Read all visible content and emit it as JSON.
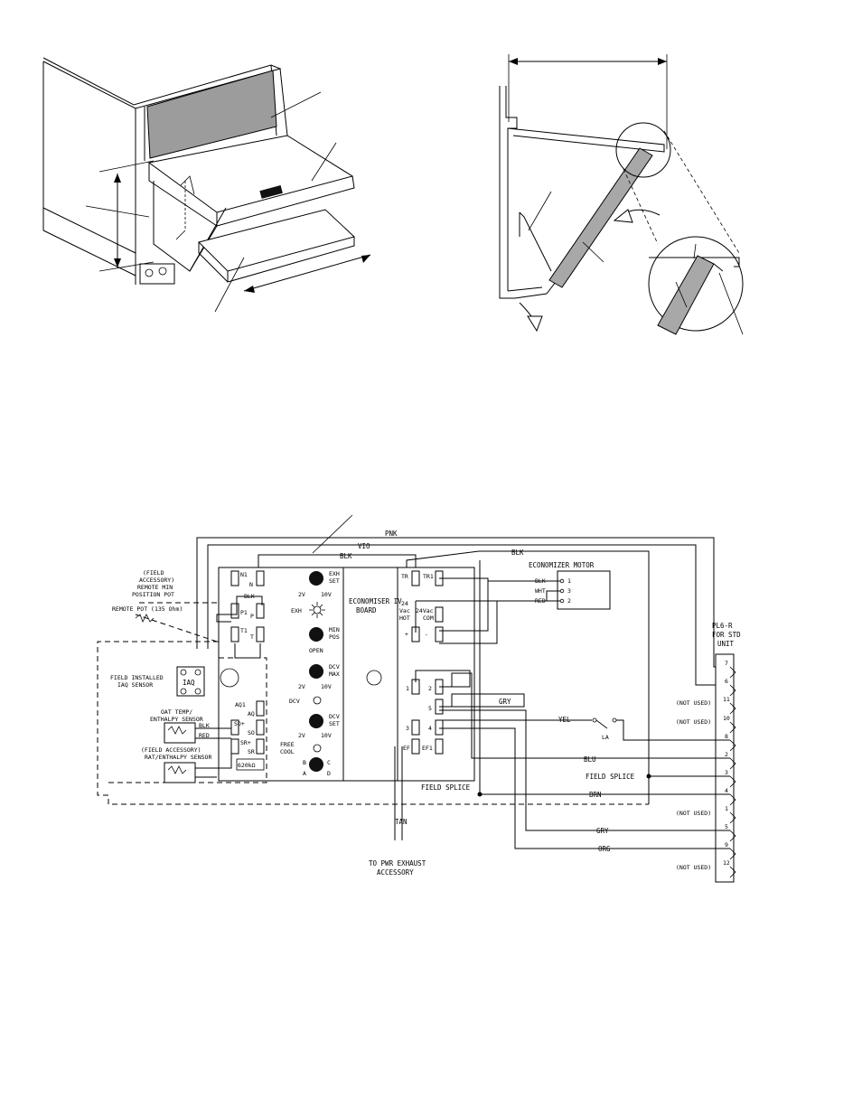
{
  "wiring": {
    "wires": {
      "pnk": "PNK",
      "vio": "VIO",
      "blk": "BLK",
      "blk2": "BLK",
      "gry": "GRY",
      "yel": "YEL",
      "blu": "BLU",
      "brn": "BRN",
      "gry2": "GRY",
      "org": "ORG",
      "tan": "TAN",
      "blk3": "BLK",
      "red": "RED"
    },
    "field_accessory_pot": [
      "(FIELD",
      "ACCESSORY)",
      "REMOTE MIN",
      "POSITION POT"
    ],
    "remote_pot": "REMOTE POT (135 Ohm)",
    "field_installed_iaq": [
      "FIELD INSTALLED",
      "IAQ SENSOR"
    ],
    "iaq_label": "IAQ",
    "oat_sensor": [
      "OAT TEMP/",
      "ENTHALPY SENSOR"
    ],
    "rat_sensor": [
      "(FIELD ACCESSORY)",
      "RAT/ENTHALPY SENSOR"
    ],
    "board": [
      "ECONOMISER IV",
      "BOARD"
    ],
    "economizer_motor": "ECONOMIZER MOTOR",
    "motor_wires": [
      "BLK",
      "WHT",
      "RED"
    ],
    "motor_pins": [
      "1",
      "3",
      "2"
    ],
    "pl6r": [
      "PL6-R",
      "FOR STD",
      "UNIT"
    ],
    "pins": [
      "7",
      "6",
      "11",
      "10",
      "8",
      "2",
      "3",
      "4",
      "1",
      "5",
      "9",
      "12"
    ],
    "not_used": "(NOT USED)",
    "field_splice_1": "FIELD SPLICE",
    "field_splice_2": "FIELD SPLICE",
    "to_pwr_exhaust": [
      "TO PWR EXHAUST",
      "ACCESSORY"
    ],
    "la": "LA",
    "resistor": "620kΩ",
    "terminals_left": {
      "n1": "N1",
      "n": "N",
      "p1": "P1",
      "p": "P",
      "t1": "T1",
      "t": "T",
      "aq1": "AQ1",
      "aq": "AQ",
      "so_plus": "SO+",
      "so": "SO",
      "sr_plus": "SR+",
      "sr": "SR"
    },
    "pots": {
      "exh_set": [
        "EXH",
        "SET"
      ],
      "min_pos": [
        "MIN",
        "POS"
      ],
      "open": "OPEN",
      "dcv_max": [
        "DCV",
        "MAX"
      ],
      "dcv_set": [
        "DCV",
        "SET"
      ],
      "v2": "2V",
      "v10": "10V",
      "exh": "EXH",
      "dcv": "DCV",
      "free_cool": [
        "FREE",
        "COOL"
      ],
      "letters": [
        "B",
        "C",
        "A",
        "D"
      ]
    },
    "terminals_right": {
      "tr1": "TR1",
      "tr": "TR",
      "vac24_hot": [
        "24",
        "Vac",
        "HOT"
      ],
      "vac24_com": [
        "24Vac",
        "COM"
      ],
      "plus": "+",
      "minus": "-",
      "t1": "1",
      "t2": "2",
      "t3": "3",
      "t4": "4",
      "t5": "5",
      "ef": "EF",
      "ef1": "EF1"
    }
  }
}
